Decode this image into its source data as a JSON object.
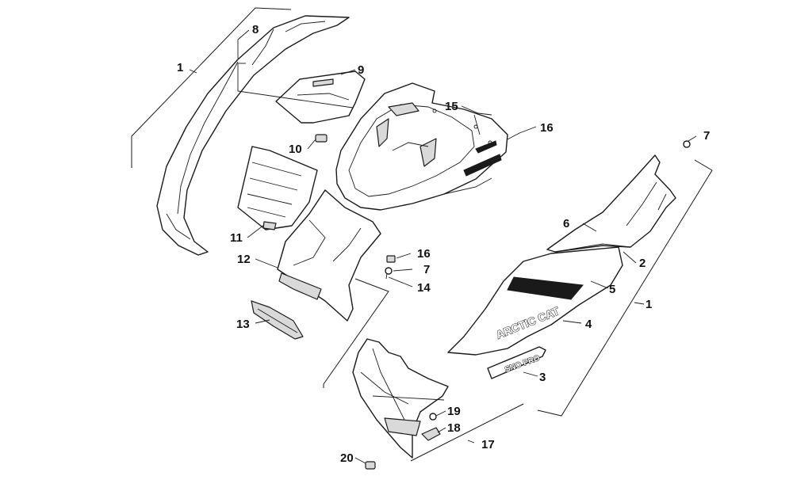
{
  "diagram": {
    "decals": {
      "brand_text": "ARCTIC CAT",
      "model_text": "SNO PRO"
    },
    "callouts": [
      {
        "id": "c1a",
        "label": "1"
      },
      {
        "id": "c8",
        "label": "8"
      },
      {
        "id": "c9",
        "label": "9"
      },
      {
        "id": "c15",
        "label": "15"
      },
      {
        "id": "c16a",
        "label": "16"
      },
      {
        "id": "c7a",
        "label": "7"
      },
      {
        "id": "c10",
        "label": "10"
      },
      {
        "id": "c6",
        "label": "6"
      },
      {
        "id": "c2",
        "label": "2"
      },
      {
        "id": "c11",
        "label": "11"
      },
      {
        "id": "c12",
        "label": "12"
      },
      {
        "id": "c16b",
        "label": "16"
      },
      {
        "id": "c7b",
        "label": "7"
      },
      {
        "id": "c14",
        "label": "14"
      },
      {
        "id": "c5",
        "label": "5"
      },
      {
        "id": "c1b",
        "label": "1"
      },
      {
        "id": "c13",
        "label": "13"
      },
      {
        "id": "c4",
        "label": "4"
      },
      {
        "id": "c3",
        "label": "3"
      },
      {
        "id": "c19",
        "label": "19"
      },
      {
        "id": "c18",
        "label": "18"
      },
      {
        "id": "c17",
        "label": "17"
      },
      {
        "id": "c20",
        "label": "20"
      }
    ]
  }
}
